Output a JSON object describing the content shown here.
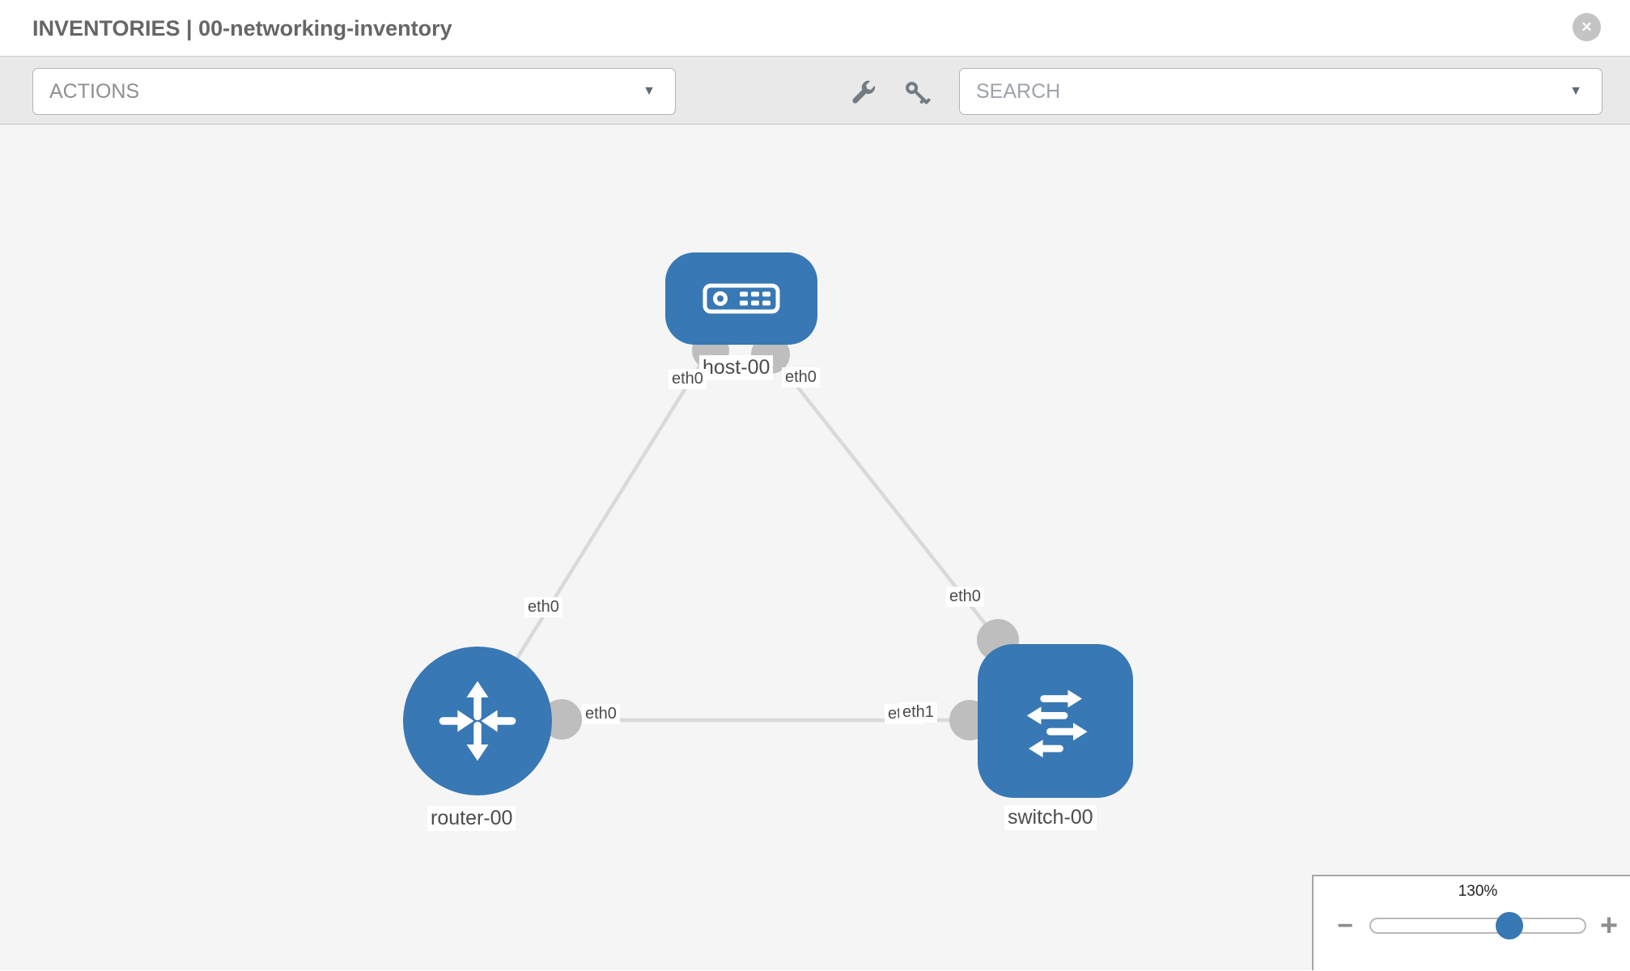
{
  "header": {
    "title": "INVENTORIES | 00-networking-inventory",
    "close_glyph": "✕"
  },
  "toolbar": {
    "actions_label": "ACTIONS",
    "search_placeholder": "SEARCH",
    "caret_glyph": "▼",
    "icons": [
      "wrench-icon",
      "key-icon"
    ]
  },
  "topology": {
    "nodes": [
      {
        "id": "host-00",
        "type": "host",
        "label": "host-00"
      },
      {
        "id": "router-00",
        "type": "router",
        "label": "router-00"
      },
      {
        "id": "switch-00",
        "type": "switch",
        "label": "switch-00"
      }
    ],
    "links": [
      {
        "from": "host-00",
        "to": "router-00",
        "from_iface": "eth0",
        "to_iface": "eth0"
      },
      {
        "from": "host-00",
        "to": "switch-00",
        "from_iface": "eth0",
        "to_iface": "eth0"
      },
      {
        "from": "router-00",
        "to": "switch-00",
        "from_iface": "eth0",
        "to_iface": "eth1"
      }
    ],
    "overlap_back_label": "eth0"
  },
  "zoom_control": {
    "level": "130%",
    "minus_glyph": "−",
    "plus_glyph": "+"
  },
  "colors": {
    "node_blue": "#3878b4",
    "edge_gray": "#d9d9d9",
    "interface_gray": "#bebebe",
    "canvas_bg": "#f5f5f5"
  }
}
